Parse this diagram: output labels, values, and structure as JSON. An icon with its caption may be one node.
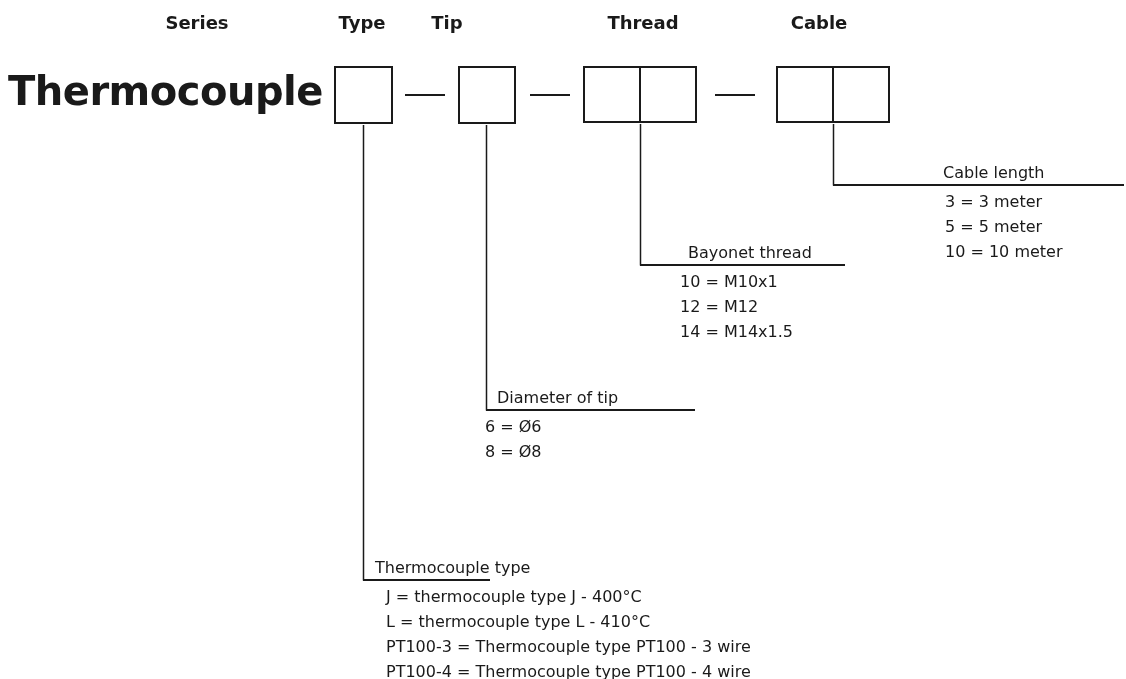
{
  "diagram": {
    "nodes": [
      {
        "text": [],
        "shape": "box"
      },
      {
        "text": [],
        "shape": "box"
      },
      {
        "text": [],
        "shape": "box"
      },
      {
        "text": [],
        "shape": "box"
      },
      {
        "text": [],
        "shape": "box"
      },
      {
        "text": [],
        "shape": "box"
      },
      {
        "text": [
          "Thermocouple type"
        ],
        "beside": [
          "J = thermocouple type J - 400°C",
          "L = thermocouple type L - 410°C",
          "PT100-3 = Thermocouple type PT100 - 3 wire",
          "PT100-4 = Thermocouple type PT100 - 4 wire"
        ]
      },
      {
        "text": [
          "Diameter of tip"
        ],
        "beside": [
          "6 = Ø6",
          "8 = Ø8"
        ]
      },
      {
        "text": [
          "Bayonet thread"
        ],
        "beside": [
          "10 = M10x1",
          "12 = M12",
          "14 = M14x1.5"
        ]
      },
      {
        "text": [
          "Cable length"
        ],
        "beside": [
          "3 = 3 meter",
          "5 = 5 meter",
          "10 = 10 meter"
        ]
      }
    ],
    "edges": [
      {
        "from": 0,
        "to": 6,
        "arrow": "none"
      },
      {
        "from": 1,
        "to": 7,
        "arrow": "none"
      },
      {
        "from": 2,
        "to": 8,
        "arrow": "none"
      },
      {
        "from": 4,
        "to": 9,
        "arrow": "none"
      }
    ],
    "labels": [
      "Series",
      "Type",
      "Tip",
      "Thread",
      "Cable",
      "Thermocouple"
    ]
  }
}
